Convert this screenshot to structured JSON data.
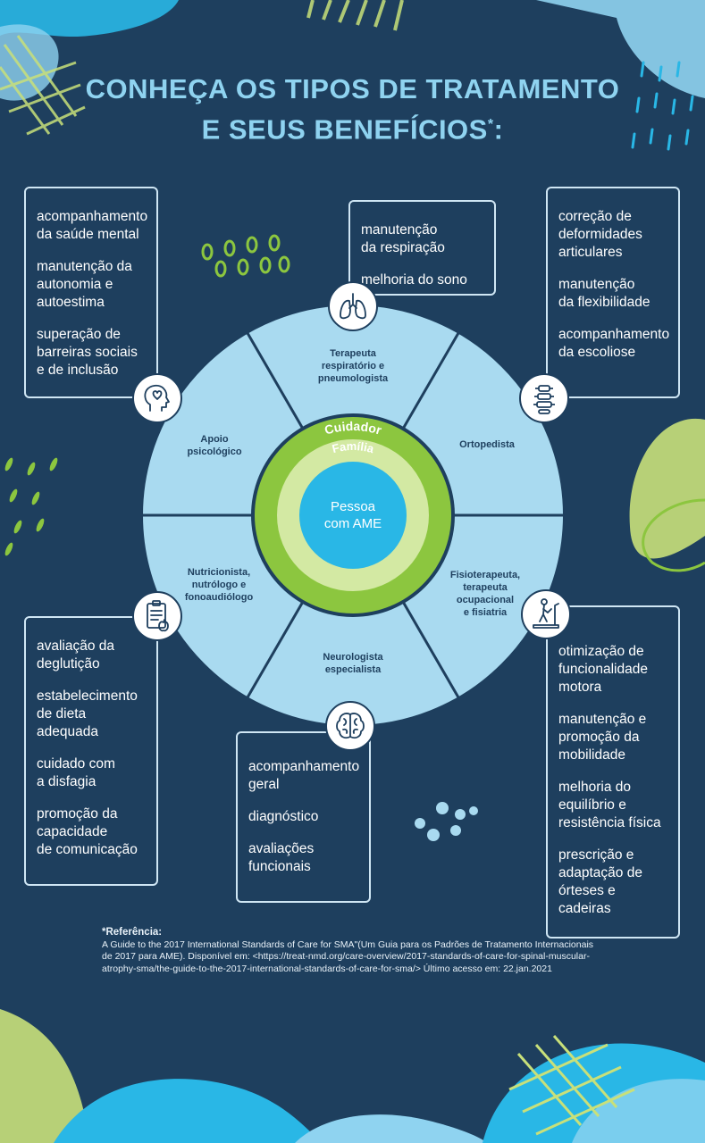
{
  "title": {
    "line1": "CONHEÇA OS TIPOS DE TRATAMENTO",
    "line2": "E SEUS BENEFÍCIOS",
    "mark": "*",
    "colon": ":"
  },
  "colors": {
    "background": "#1e3f5e",
    "wheel_light": "#a9daf0",
    "wheel_ring": "#8cc63f",
    "ring_light": "#d3e9a3",
    "center": "#29b7e6",
    "title": "#8fd3f0"
  },
  "boxes": {
    "psicologo": [
      "acompanhamento\nda saúde mental",
      "manutenção da\nautonomia e\nautoestima",
      "superação de\nbarreiras sociais\ne de inclusão"
    ],
    "respiratorio": [
      "manutenção\nda respiração",
      "melhoria do sono"
    ],
    "ortopedista": [
      "correção de\ndeformidades\narticulares",
      "manutenção\nda flexibilidade",
      "acompanhamento\nda escoliose"
    ],
    "nutricao": [
      "avaliação da\ndeglutição",
      "estabelecimento\nde dieta\nadequada",
      "cuidado com\na disfagia",
      "promoção da\ncapacidade\nde comunicação"
    ],
    "neurologista": [
      "acompanhamento\ngeral",
      "diagnóstico",
      "avaliações\nfuncionais"
    ],
    "fisioterapeuta": [
      "otimização de\nfuncionalidade\nmotora",
      "manutenção e\npromoção da\nmobilidade",
      "melhoria do\nequilíbrio e\nresistência física",
      "prescrição e\nadaptação de\nórteses e\ncadeiras"
    ]
  },
  "wheel": {
    "segments": {
      "respiratorio": "Terapeuta\nrespiratório e\npneumologista",
      "ortopedista": "Ortopedista",
      "fisioterapeuta": "Fisioterapeuta,\nterapeuta\nocupacional\ne fisiatria",
      "neurologista": "Neurologista\nespecialista",
      "nutricao": "Nutricionista,\nnutrólogo e\nfonoaudiólogo",
      "psicologo": "Apoio\npsicológico"
    },
    "rings": {
      "outer": "Cuidador",
      "middle": "Família"
    },
    "center": "Pessoa\ncom AME"
  },
  "icons": [
    "head-heart-icon",
    "lungs-icon",
    "spine-icon",
    "clipboard-apple-icon",
    "brain-icon",
    "treadmill-icon"
  ],
  "reference": {
    "heading": "*Referência:",
    "text": "A Guide to the 2017 International Standards of Care for SMA\"(Um Guia para os Padrões de Tratamento Internacionais de 2017 para AME). Disponível em: <https://treat-nmd.org/care-overview/2017-standards-of-care-for-spinal-muscular-atrophy-sma/the-guide-to-the-2017-international-standards-of-care-for-sma/> Último acesso em: 22.jan.2021"
  }
}
